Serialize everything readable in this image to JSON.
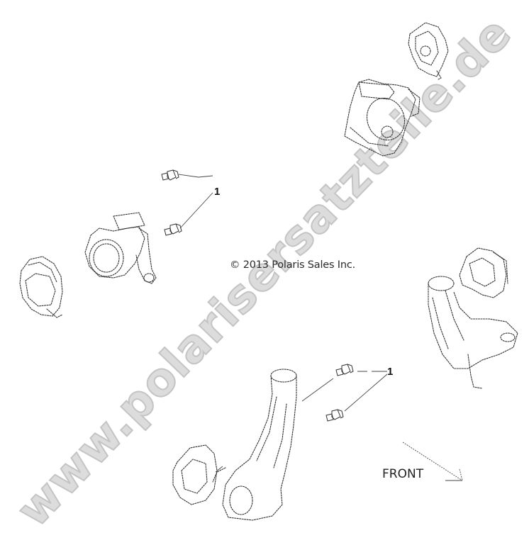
{
  "diagram": {
    "type": "exploded-parts-view",
    "copyright": "© 2013 Polaris Sales Inc.",
    "watermark": "www.polarisersatzteile.de",
    "orientation_label": "FRONT",
    "callouts": [
      {
        "id": "callout-upper-left",
        "label": "1",
        "points_to": "two flange bolts (left assembly)"
      },
      {
        "id": "callout-lower-right",
        "label": "1",
        "points_to": "two flange bolts (lower assembly)"
      }
    ],
    "parts": [
      {
        "name": "brake-caliper-top-right"
      },
      {
        "name": "steering-knuckle-top-right"
      },
      {
        "name": "brake-caliper-left"
      },
      {
        "name": "hub-carrier-left"
      },
      {
        "name": "brake-caliper-right"
      },
      {
        "name": "steering-knuckle-right"
      },
      {
        "name": "brake-caliper-bottom"
      },
      {
        "name": "steering-knuckle-bottom"
      }
    ],
    "colors": {
      "line_art": "#333333",
      "watermark_fill": "#dcdcdc",
      "watermark_stroke": "#c4c4c4",
      "background": "#ffffff"
    }
  }
}
